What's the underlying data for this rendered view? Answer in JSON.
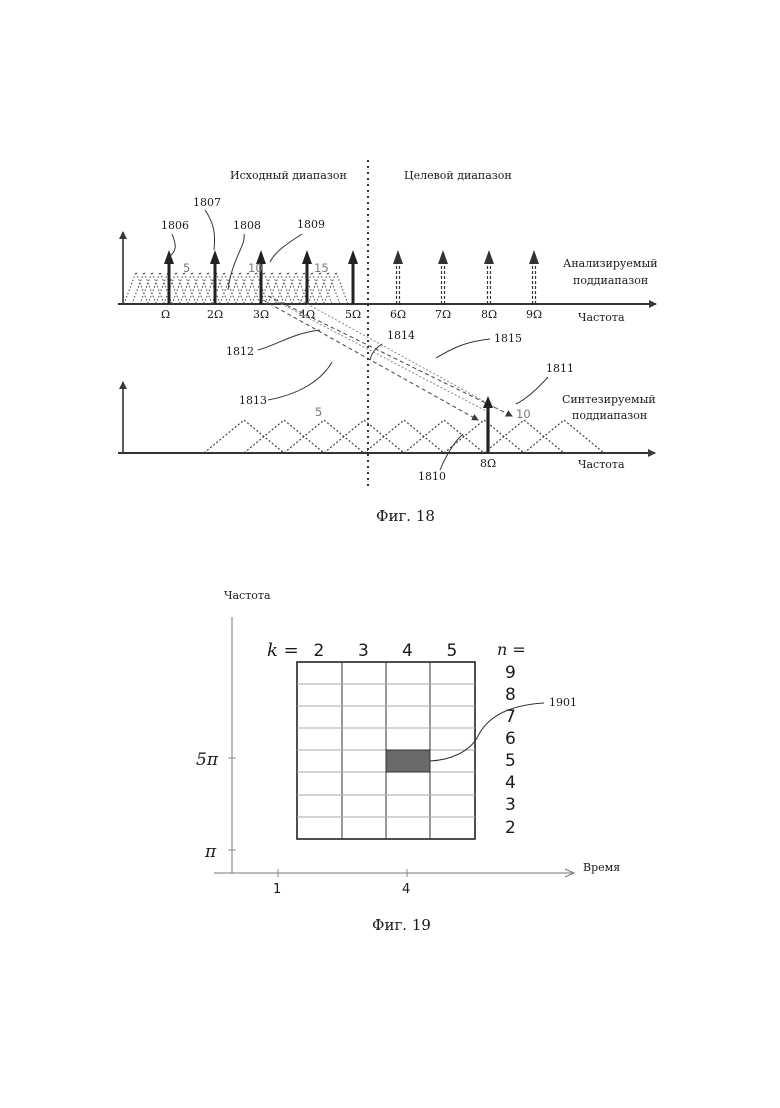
{
  "fig18": {
    "source_band_label": "Исходный диапазон",
    "target_band_label": "Целевой диапазон",
    "analyzed_label_1": "Анализируемый",
    "analyzed_label_2": "поддиапазон",
    "synth_label_1": "Синтезируемый",
    "synth_label_2": "поддиапазон",
    "axis_label_top": "Частота",
    "axis_label_bottom": "Частота",
    "ticks_top": [
      "Ω",
      "2Ω",
      "3Ω",
      "4Ω",
      "5Ω",
      "6Ω",
      "7Ω",
      "8Ω",
      "9Ω"
    ],
    "tick_bottom": "8Ω",
    "subband_numbers_top": [
      "5",
      "10",
      "15"
    ],
    "subband_numbers_bottom": [
      "5",
      "10"
    ],
    "refs": {
      "r1806": "1806",
      "r1807": "1807",
      "r1808": "1808",
      "r1809": "1809",
      "r1810": "1810",
      "r1811": "1811",
      "r1812": "1812",
      "r1813": "1813",
      "r1814": "1814",
      "r1815": "1815"
    },
    "caption": "Фиг. 18"
  },
  "fig19": {
    "y_axis_label": "Частота",
    "x_axis_label": "Время",
    "k_label": "k =",
    "n_label": "n =",
    "k_values": [
      "2",
      "3",
      "4",
      "5"
    ],
    "n_values": [
      "9",
      "8",
      "7",
      "6",
      "5",
      "4",
      "3",
      "2"
    ],
    "y_ticks": [
      "5π",
      "π"
    ],
    "x_ticks": [
      "1",
      "4"
    ],
    "ref_1901": "1901",
    "highlight_k": "4",
    "highlight_n": "5",
    "caption": "Фиг. 19"
  }
}
